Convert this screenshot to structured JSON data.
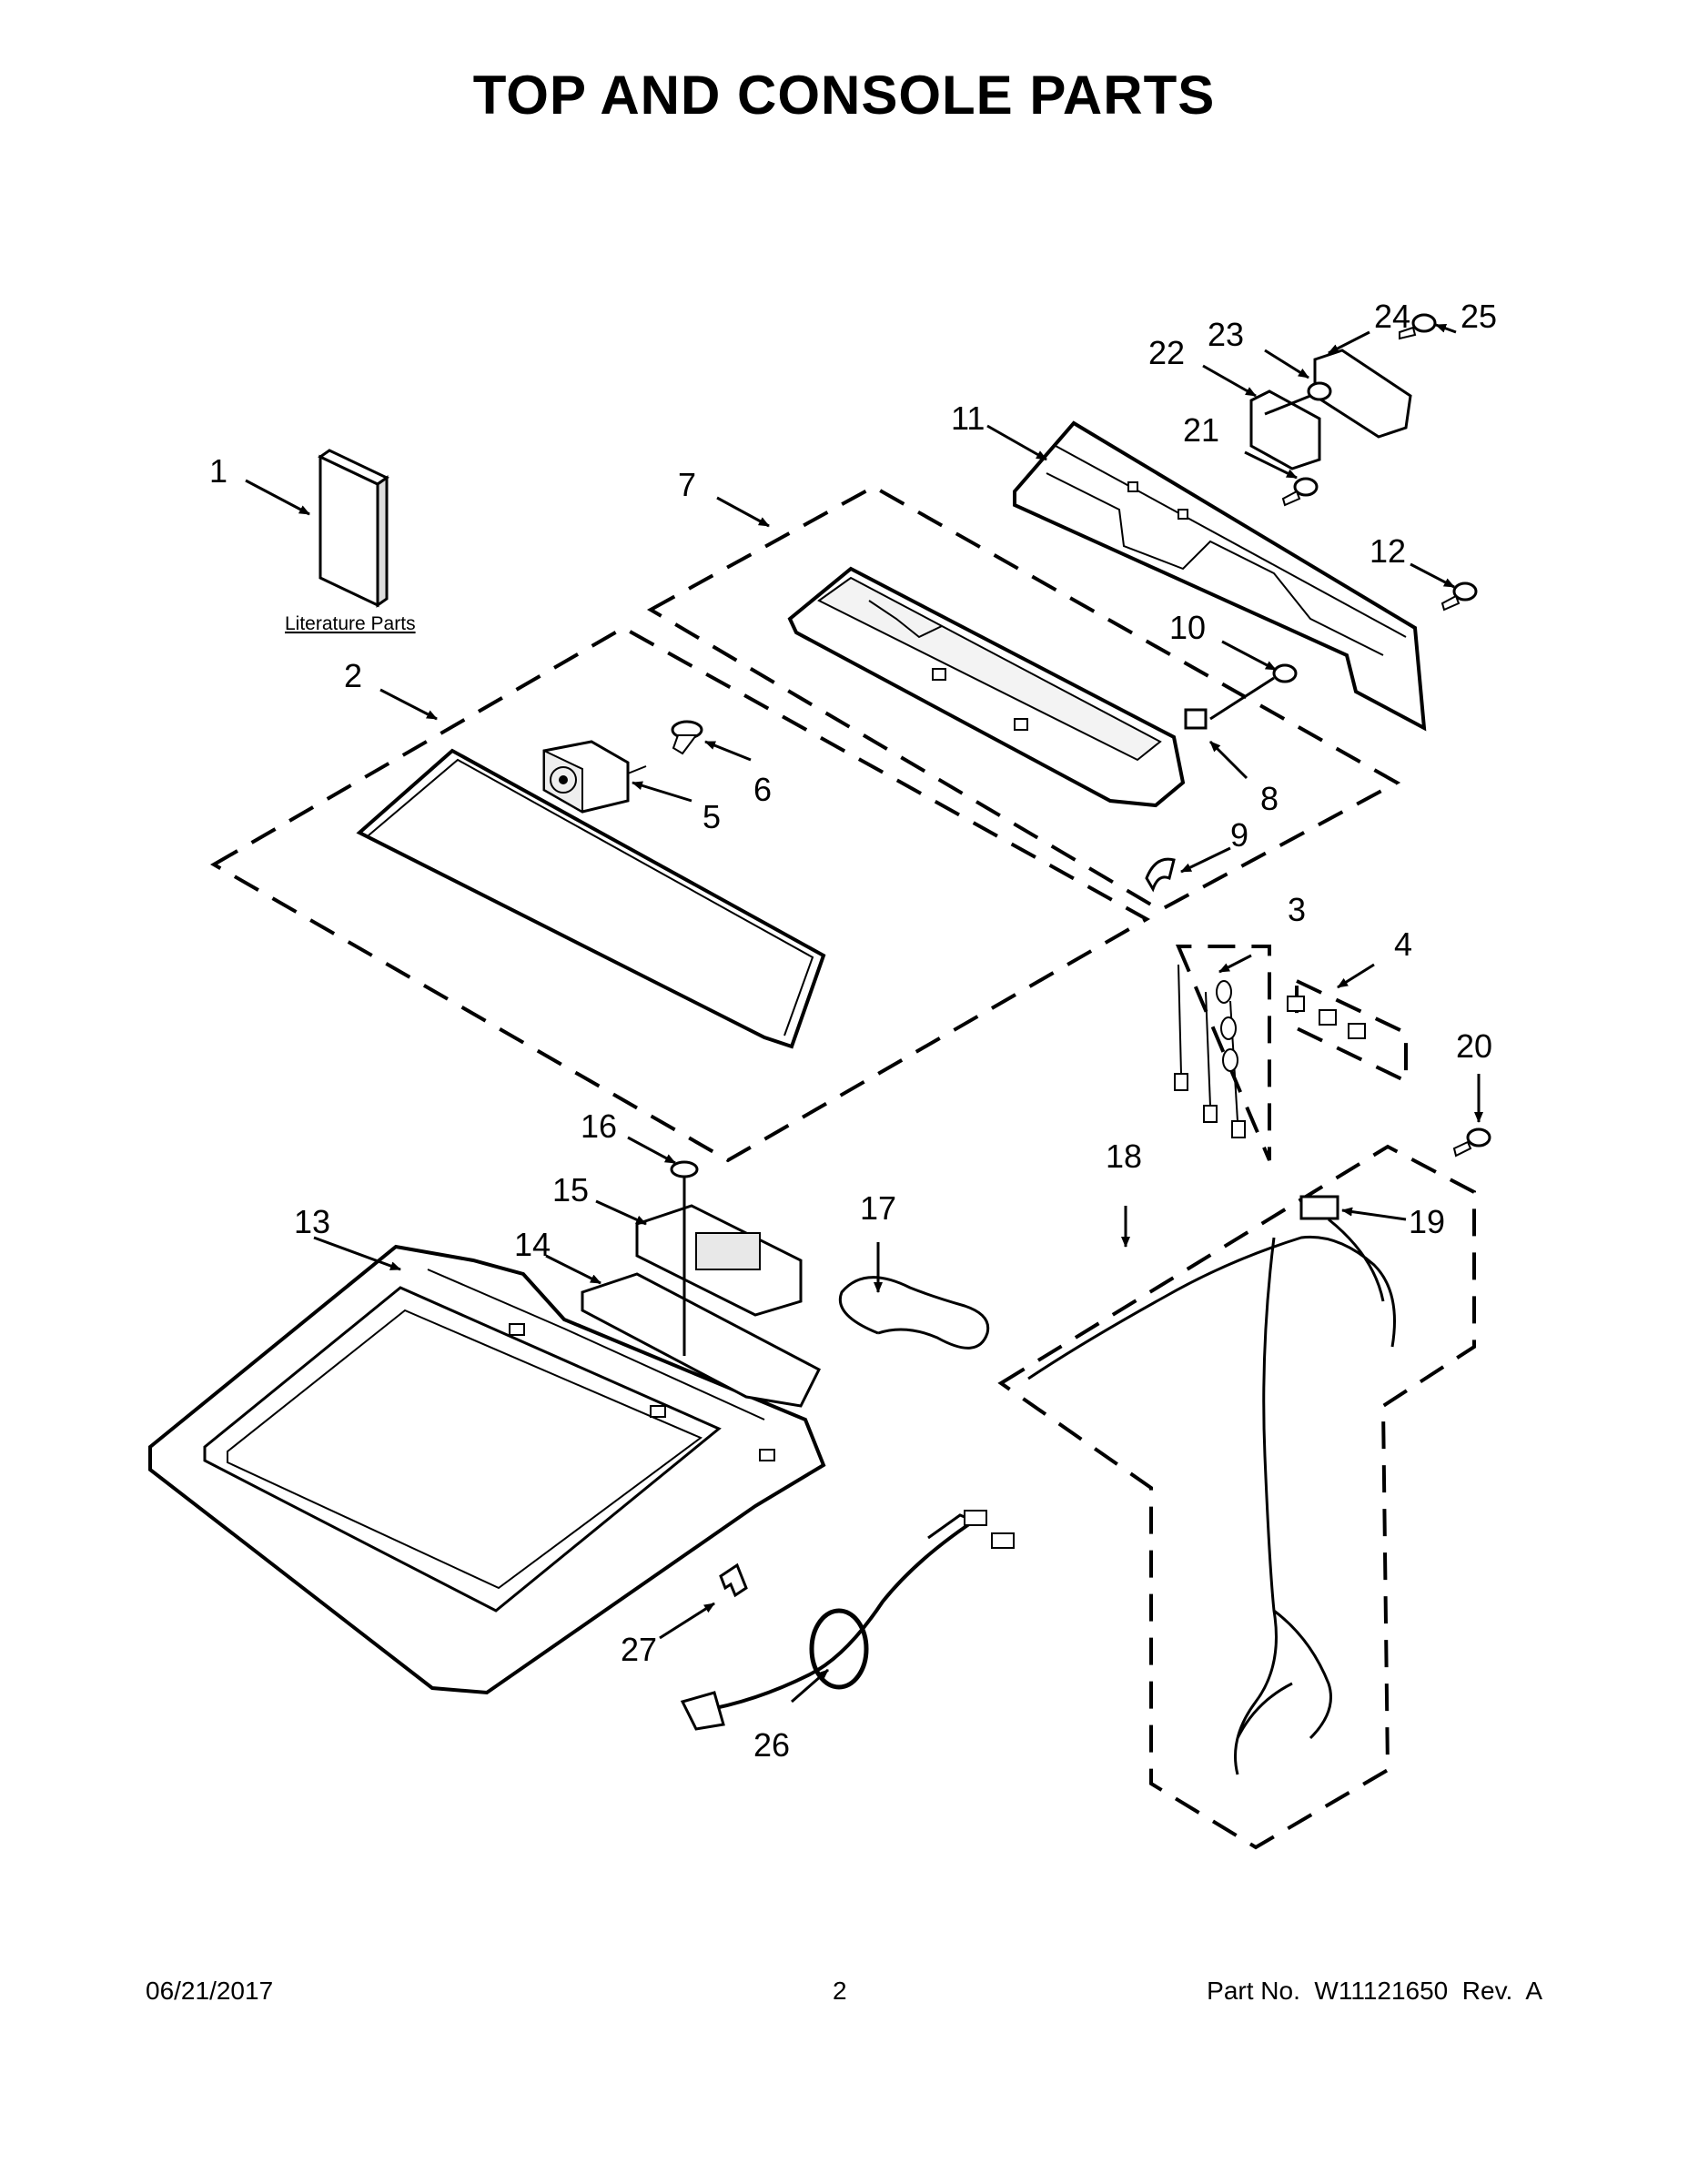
{
  "page": {
    "title": "TOP AND CONSOLE PARTS",
    "literature_label": "Literature Parts"
  },
  "callouts": [
    "1",
    "2",
    "3",
    "4",
    "5",
    "6",
    "7",
    "8",
    "9",
    "10",
    "11",
    "12",
    "13",
    "14",
    "15",
    "16",
    "17",
    "18",
    "19",
    "20",
    "21",
    "22",
    "23",
    "24",
    "25",
    "26",
    "27"
  ],
  "footer": {
    "date": "06/21/2017",
    "page_number": "2",
    "part_info": "Part No.  W11121650  Rev.  A"
  }
}
